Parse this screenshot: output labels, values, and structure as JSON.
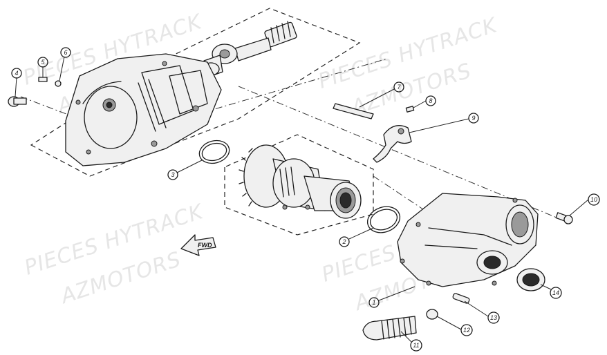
{
  "watermarks": [
    {
      "text": "PIECES HYTRACK"
    },
    {
      "text": "AZMOTORS"
    },
    {
      "text": "PIECES HYTRACK"
    },
    {
      "text": "AZMOTORS"
    },
    {
      "text": "PIECES HYTRACK"
    },
    {
      "text": "AZMOTORS"
    },
    {
      "text": "PIECES HYTRACK"
    },
    {
      "text": "AZMOTORS"
    }
  ],
  "fwd_label": "FWD",
  "callouts": [
    {
      "id": "1"
    },
    {
      "id": "2"
    },
    {
      "id": "3"
    },
    {
      "id": "4"
    },
    {
      "id": "5"
    },
    {
      "id": "6"
    },
    {
      "id": "7"
    },
    {
      "id": "8"
    },
    {
      "id": "9"
    },
    {
      "id": "10"
    },
    {
      "id": "11"
    },
    {
      "id": "12"
    },
    {
      "id": "13"
    },
    {
      "id": "14"
    }
  ],
  "colors": {
    "line": "#1a1a1a",
    "watermark": "#c8c8c8",
    "background": "#ffffff"
  }
}
